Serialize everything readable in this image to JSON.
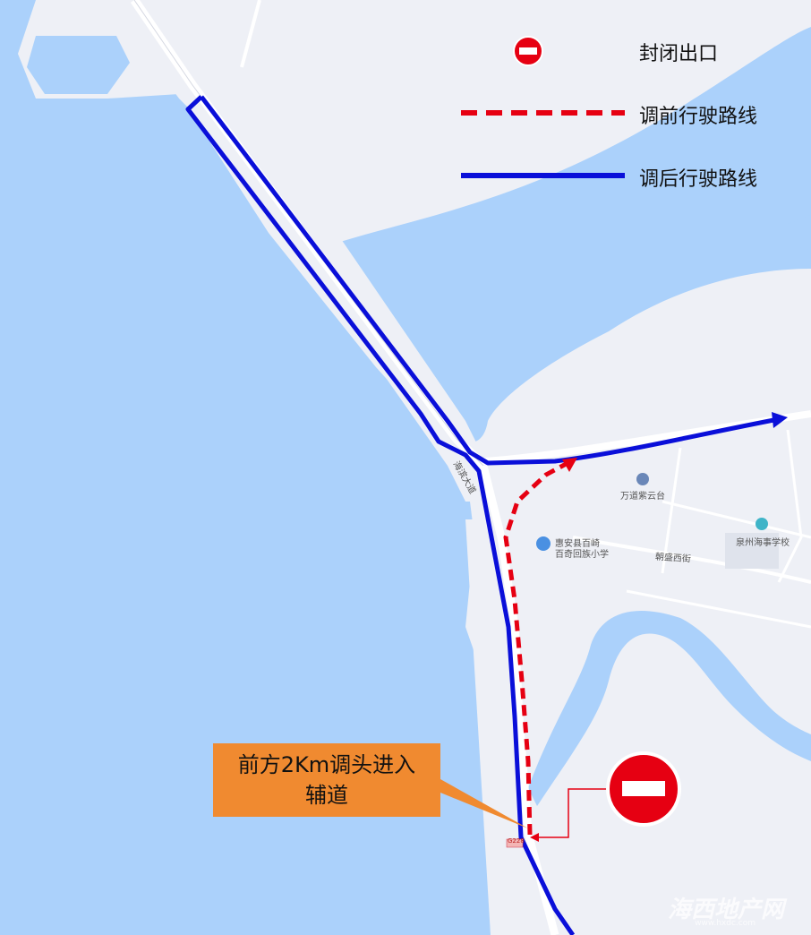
{
  "legend": {
    "closed_exit": "封闭出口",
    "before_route": "调前行驶路线",
    "after_route": "调后行驶路线"
  },
  "callout": {
    "line1": "前方2Km调头进入",
    "line2": "辅道"
  },
  "pois": {
    "wandao": "万道紫云台",
    "school_line1": "惠安县百崎",
    "school_line2": "百奇回族小学",
    "maritime": "泉州海事学校"
  },
  "roads": {
    "chaosheng": "朝盛西街",
    "haibin": "海滨大道",
    "highway_tag": "G228"
  },
  "watermark": {
    "text": "海西地产网",
    "url": "www.hxdc.com"
  },
  "colors": {
    "water": "#abd1fb",
    "land": "#eef0f6",
    "before_route": "#e60012",
    "after_route": "#0a0fd9",
    "callout": "#f08a30"
  }
}
